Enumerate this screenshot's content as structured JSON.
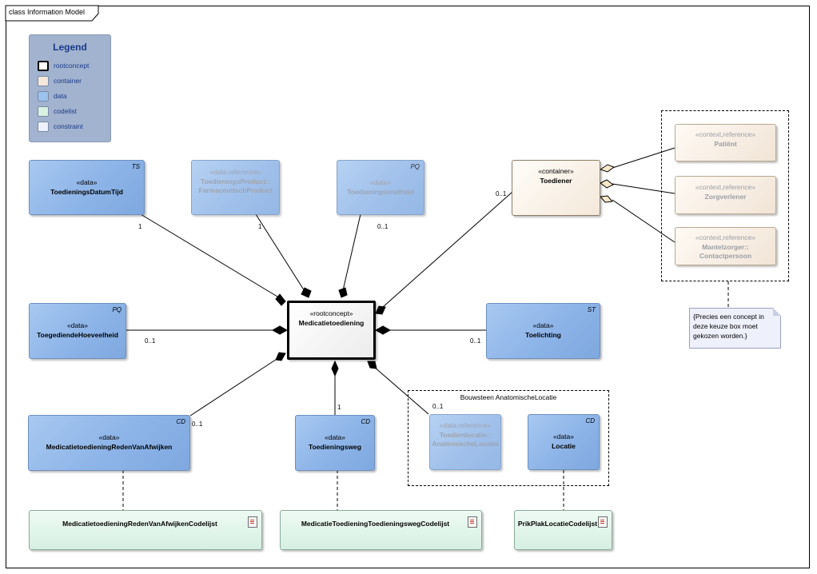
{
  "frame": {
    "title": "class Information Model"
  },
  "legend": {
    "title": "Legend",
    "items": [
      {
        "label": "rootconcept",
        "color": "#ffffff"
      },
      {
        "label": "container",
        "color": "#f6e7dc"
      },
      {
        "label": "data",
        "color": "#9cc3ee"
      },
      {
        "label": "codelist",
        "color": "#d8f1e2"
      },
      {
        "label": "constraint",
        "color": "#eef0fb"
      }
    ]
  },
  "classes": {
    "toedieningsdatumtijd": {
      "stereotype": "«data»",
      "name": "ToedieningsDatumTijd",
      "tag": "TS"
    },
    "toedieningsproduct": {
      "stereotype": "«data,reference»",
      "name": "ToedieningsProduct::",
      "name2": "FarmaceutischProduct",
      "tag": ""
    },
    "toedieningssnelheid": {
      "stereotype": "«data»",
      "name": "Toedieningssnelheid",
      "tag": "PQ"
    },
    "toediener": {
      "stereotype": "«container»",
      "name": "Toediener"
    },
    "patient": {
      "stereotype": "«context,reference»",
      "name": "Patiënt"
    },
    "zorgverlener": {
      "stereotype": "«context,reference»",
      "name": "Zorgverlener"
    },
    "mantelzorger": {
      "stereotype": "«context,reference»",
      "name": "Mantelzorger::",
      "name2": "Contactpersoon"
    },
    "toegediendehoeveelheid": {
      "stereotype": "«data»",
      "name": "ToegediendeHoeveelheid",
      "tag": "PQ"
    },
    "root": {
      "stereotype": "«rootconcept»",
      "name": "Medicatietoediening"
    },
    "toelichting": {
      "stereotype": "«data»",
      "name": "Toelichting",
      "tag": "ST"
    },
    "redenvanafwijken": {
      "stereotype": "«data»",
      "name": "MedicatietoedieningRedenVanAfwijken",
      "tag": "CD"
    },
    "toedieningsweg": {
      "stereotype": "«data»",
      "name": "Toedieningsweg",
      "tag": "CD"
    },
    "toedienlocatie": {
      "stereotype": "«data,reference»",
      "name": "Toedienlocatie::",
      "name2": "AnatomischeLocatie"
    },
    "locatie": {
      "stereotype": "«data»",
      "name": "Locatie",
      "tag": "CD"
    }
  },
  "codelists": {
    "reden": "MedicatietoedieningRedenVanAfwijkenCodelijst",
    "weg": "MedicatieToedieningToedieningswegCodelijst",
    "prikplak": "PrikPlakLocatieCodelijst"
  },
  "groups": {
    "anatomische": "Bouwsteen AnatomischeLocatie"
  },
  "multiplicities": {
    "datumtijd": "1",
    "product": "1",
    "snelheid": "0..1",
    "toediener": "0..1",
    "hoeveelheid": "0..1",
    "toelichting": "0..1",
    "reden": "0..1",
    "weg": "1",
    "locatie": "0..1"
  },
  "note": {
    "text": "{Precies een concept in deze keuze box moet gekozen worden.}"
  }
}
